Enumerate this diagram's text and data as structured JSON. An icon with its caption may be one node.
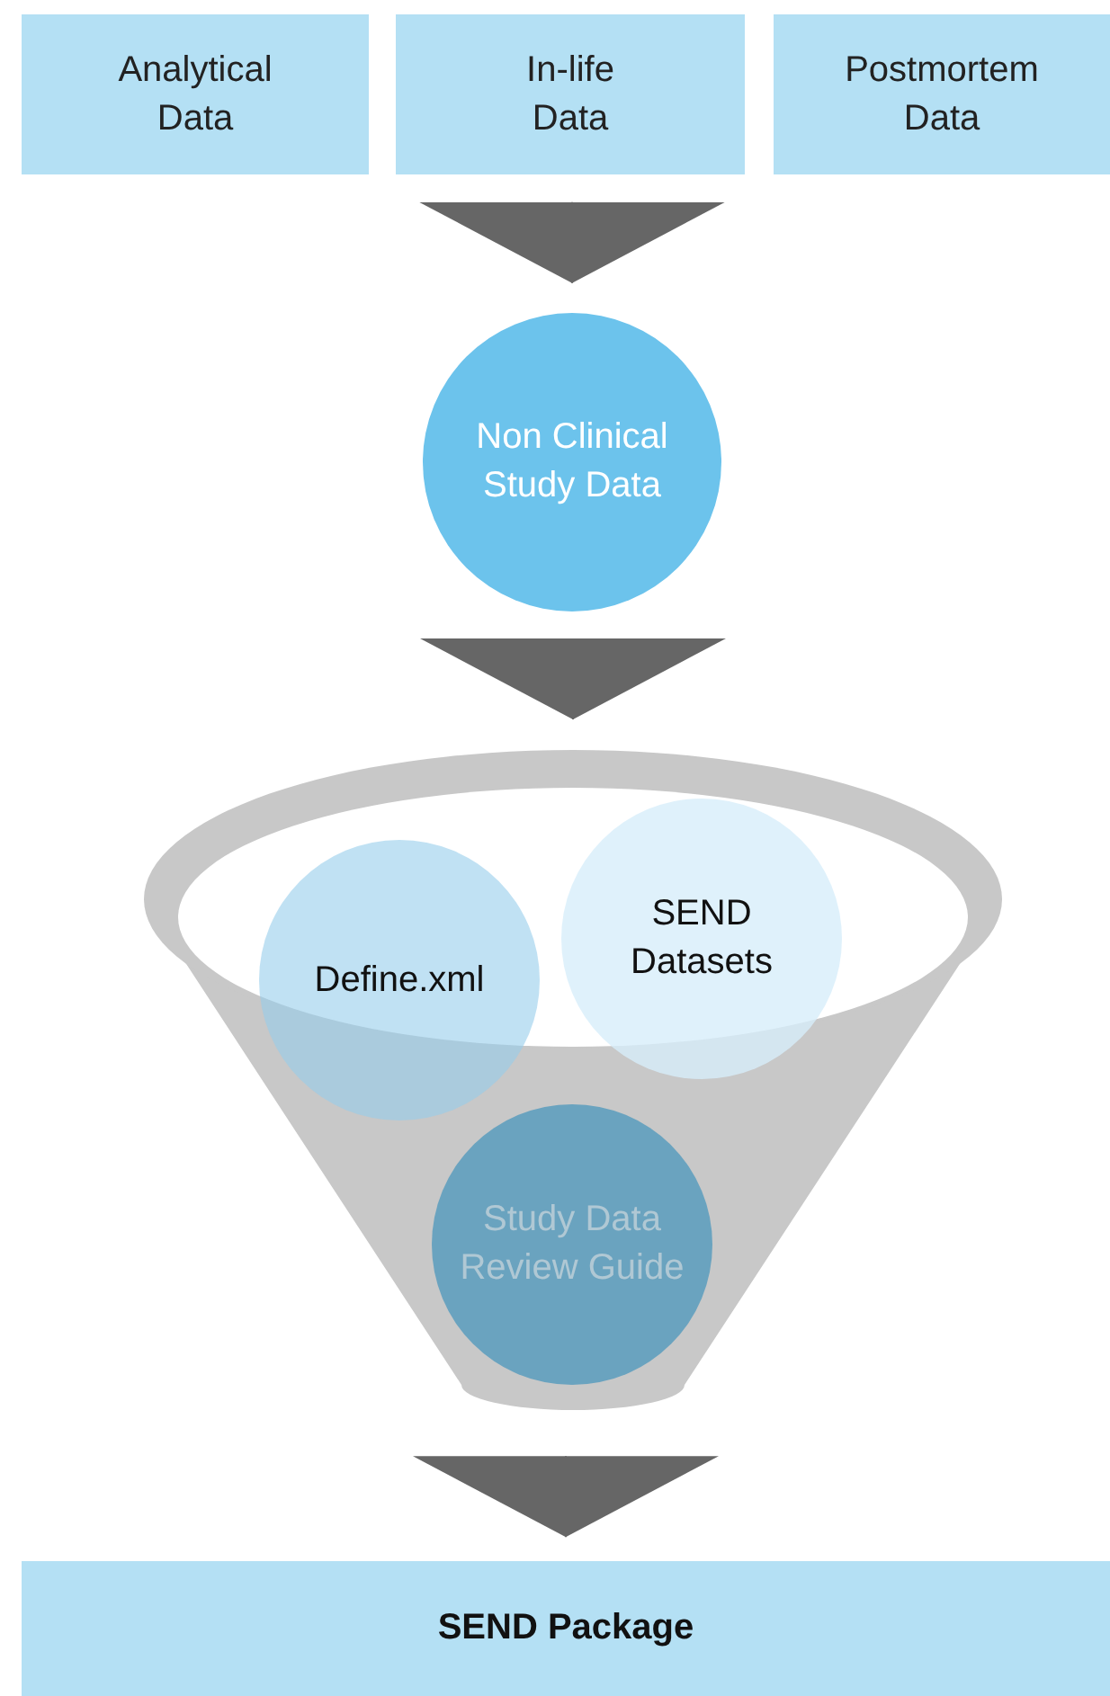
{
  "diagram": {
    "nodes": [
      {
        "text": [
          "Analytical Data"
        ]
      },
      {
        "text": [
          "In-life Data"
        ]
      },
      {
        "text": [
          "Postmortem Data"
        ]
      },
      {
        "text": [
          "Non Clinical Study Data"
        ]
      },
      {
        "text": [],
        "shape": "funnel"
      },
      {
        "text": [
          "Define.xml"
        ]
      },
      {
        "text": [
          "SEND Datasets"
        ]
      },
      {
        "text": [
          "Study Data Review Guide"
        ],
        "in": 4
      },
      {
        "text": [
          "SEND Package"
        ]
      }
    ],
    "edges": [
      {
        "from": 1,
        "to": 3,
        "arrow": "to"
      },
      {
        "from": 3,
        "to": 4,
        "arrow": "to"
      },
      {
        "from": 4,
        "to": 8,
        "arrow": "to"
      }
    ]
  }
}
